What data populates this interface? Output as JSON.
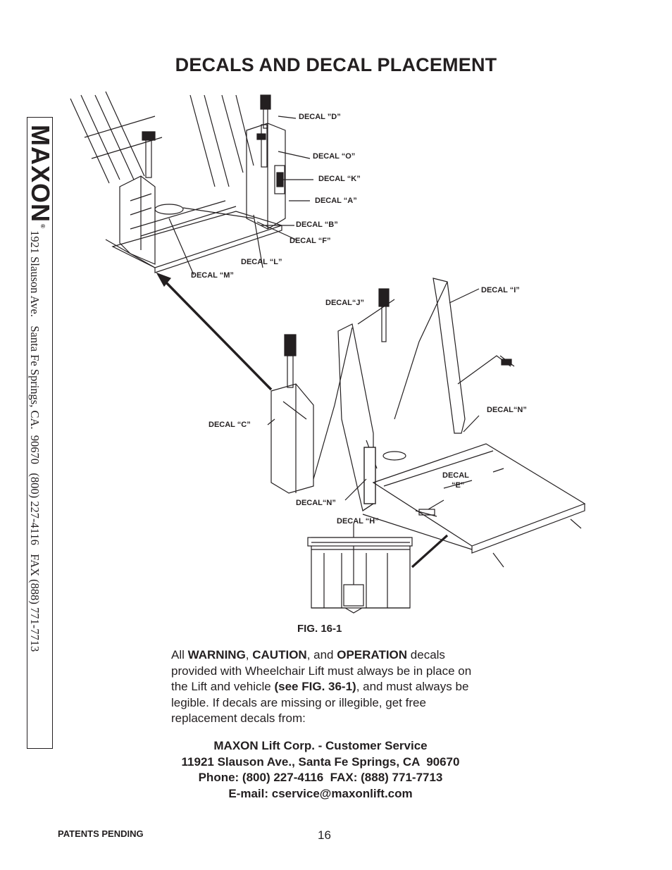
{
  "title": "DECALS AND DECAL PLACEMENT",
  "sidebar": {
    "logo": "MAXON",
    "registered_mark": "®",
    "address_line": "1921 Slauson Ave.   Santa Fe Springs, CA.  90670   (800) 227-4116   FAX (888) 771-7713"
  },
  "figure": {
    "labels": {
      "d": "DECAL ”D”",
      "o": "DECAL “O”",
      "k": "DECAL “K”",
      "a": "DECAL “A”",
      "b": "DECAL “B”",
      "f": "DECAL “F”",
      "l": "DECAL “L”",
      "m": "DECAL “M”",
      "j": "DECAL“J”",
      "i": "DECAL “I”",
      "n_right": "DECAL“N”",
      "c": "DECAL “C”",
      "e_line1": "DECAL",
      "e_line2": "“E”",
      "n_left": "DECAL“N”",
      "h": "DECAL “H”"
    },
    "caption": "FIG. 16-1"
  },
  "body": {
    "t1": "All ",
    "warning": "WARNING",
    "t2": ", ",
    "caution": "CAUTION",
    "t3": ", and ",
    "operation": "OPERATION",
    "t4": " decals provided with Wheelchair Lift must always be in place on the Lift and vehicle ",
    "see_fig": "(see FIG. 36-1)",
    "t5": ", and must always be legible. If decals are missing or illegible, get free replacement decals from:"
  },
  "contact": {
    "company": "MAXON Lift Corp. - Customer Service",
    "address": "11921 Slauson Ave., Santa Fe Springs, CA  90670",
    "phone": "Phone: (800) 227-4116  FAX: (888) 771-7713",
    "email": "E-mail: cservice@maxonlift.com"
  },
  "footer": {
    "patents": "PATENTS PENDING",
    "page_number": "16"
  }
}
